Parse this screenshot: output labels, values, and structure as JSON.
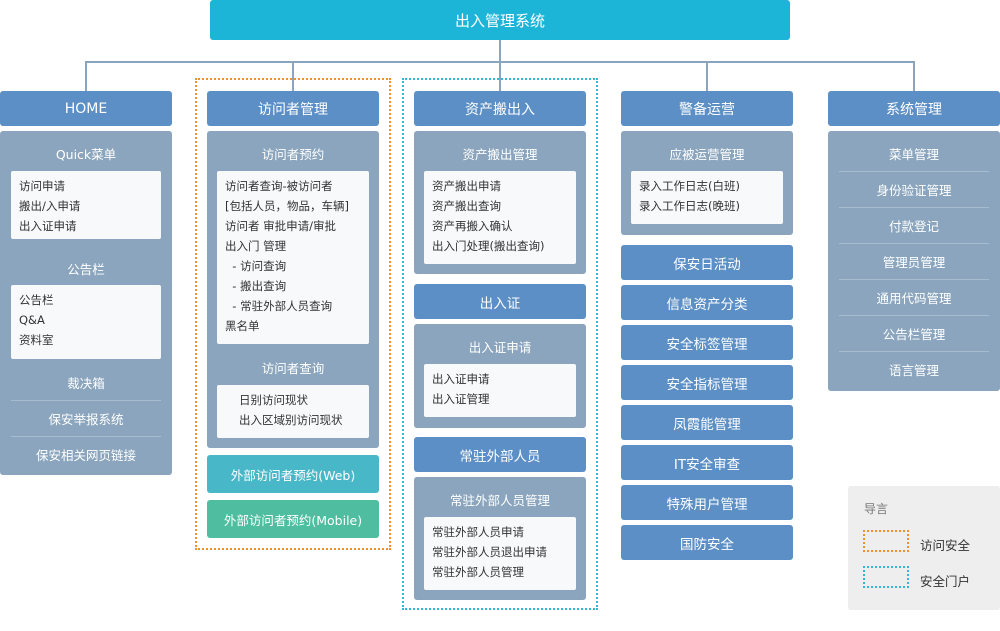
{
  "root": "出入管理系统",
  "columns": {
    "home": {
      "title": "HOME",
      "quick_title": "Quick菜单",
      "quick_items": [
        "访问申请",
        "搬出/入申请",
        "出入证申请"
      ],
      "notice_title": "公告栏",
      "notice_items": [
        "公告栏",
        "Q&A",
        "资料室"
      ],
      "rows": [
        "裁决箱",
        "保安举报系统",
        "保安相关网页链接"
      ]
    },
    "visitor": {
      "title": "访问者管理",
      "reserve_title": "访问者预约",
      "reserve_items": [
        "访问者查询-被访问者",
        "[包括人员，物品，车辆]",
        "访问者 审批申请/审批",
        "出入门 管理",
        "  - 访问查询",
        "  - 搬出查询",
        "  - 常驻外部人员查询",
        "黑名单"
      ],
      "query_title": "访问者查询",
      "query_items": [
        "日别访问现状",
        "出入区域别访问现状"
      ],
      "web": "外部访问者预约(Web)",
      "mobile": "外部访问者预约(Mobile)"
    },
    "asset": {
      "title": "资产搬出入",
      "mgmt_title": "资产搬出管理",
      "mgmt_items": [
        "资产搬出申请",
        "资产搬出查询",
        "资产再搬入确认",
        "出入门处理(搬出查询)"
      ],
      "pass_btn": "出入证",
      "pass_title": "出入证申请",
      "pass_items": [
        "出入证申请",
        "出入证管理"
      ],
      "resident_btn": "常驻外部人员",
      "resident_title": "常驻外部人员管理",
      "resident_items": [
        "常驻外部人员申请",
        "常驻外部人员退出申请",
        "常驻外部人员管理"
      ]
    },
    "guard": {
      "title": "警备运营",
      "ops_title": "应被运营管理",
      "ops_items": [
        "录入工作日志(白班)",
        "录入工作日志(晚班)"
      ],
      "buttons": [
        "保安日活动",
        "信息资产分类",
        "安全标签管理",
        "安全指标管理",
        "凤霞能管理",
        "IT安全审查",
        "特殊用户管理",
        "国防安全"
      ]
    },
    "system": {
      "title": "系统管理",
      "rows": [
        "菜单管理",
        "身份验证管理",
        "付款登记",
        "管理员管理",
        "通用代码管理",
        "公告栏管理",
        "语言管理"
      ]
    }
  },
  "legend": {
    "title": "导言",
    "items": [
      "访问安全",
      "安全门户"
    ],
    "colors": {
      "visit_security": "#f0902a",
      "security_portal": "#36b6d6"
    }
  }
}
